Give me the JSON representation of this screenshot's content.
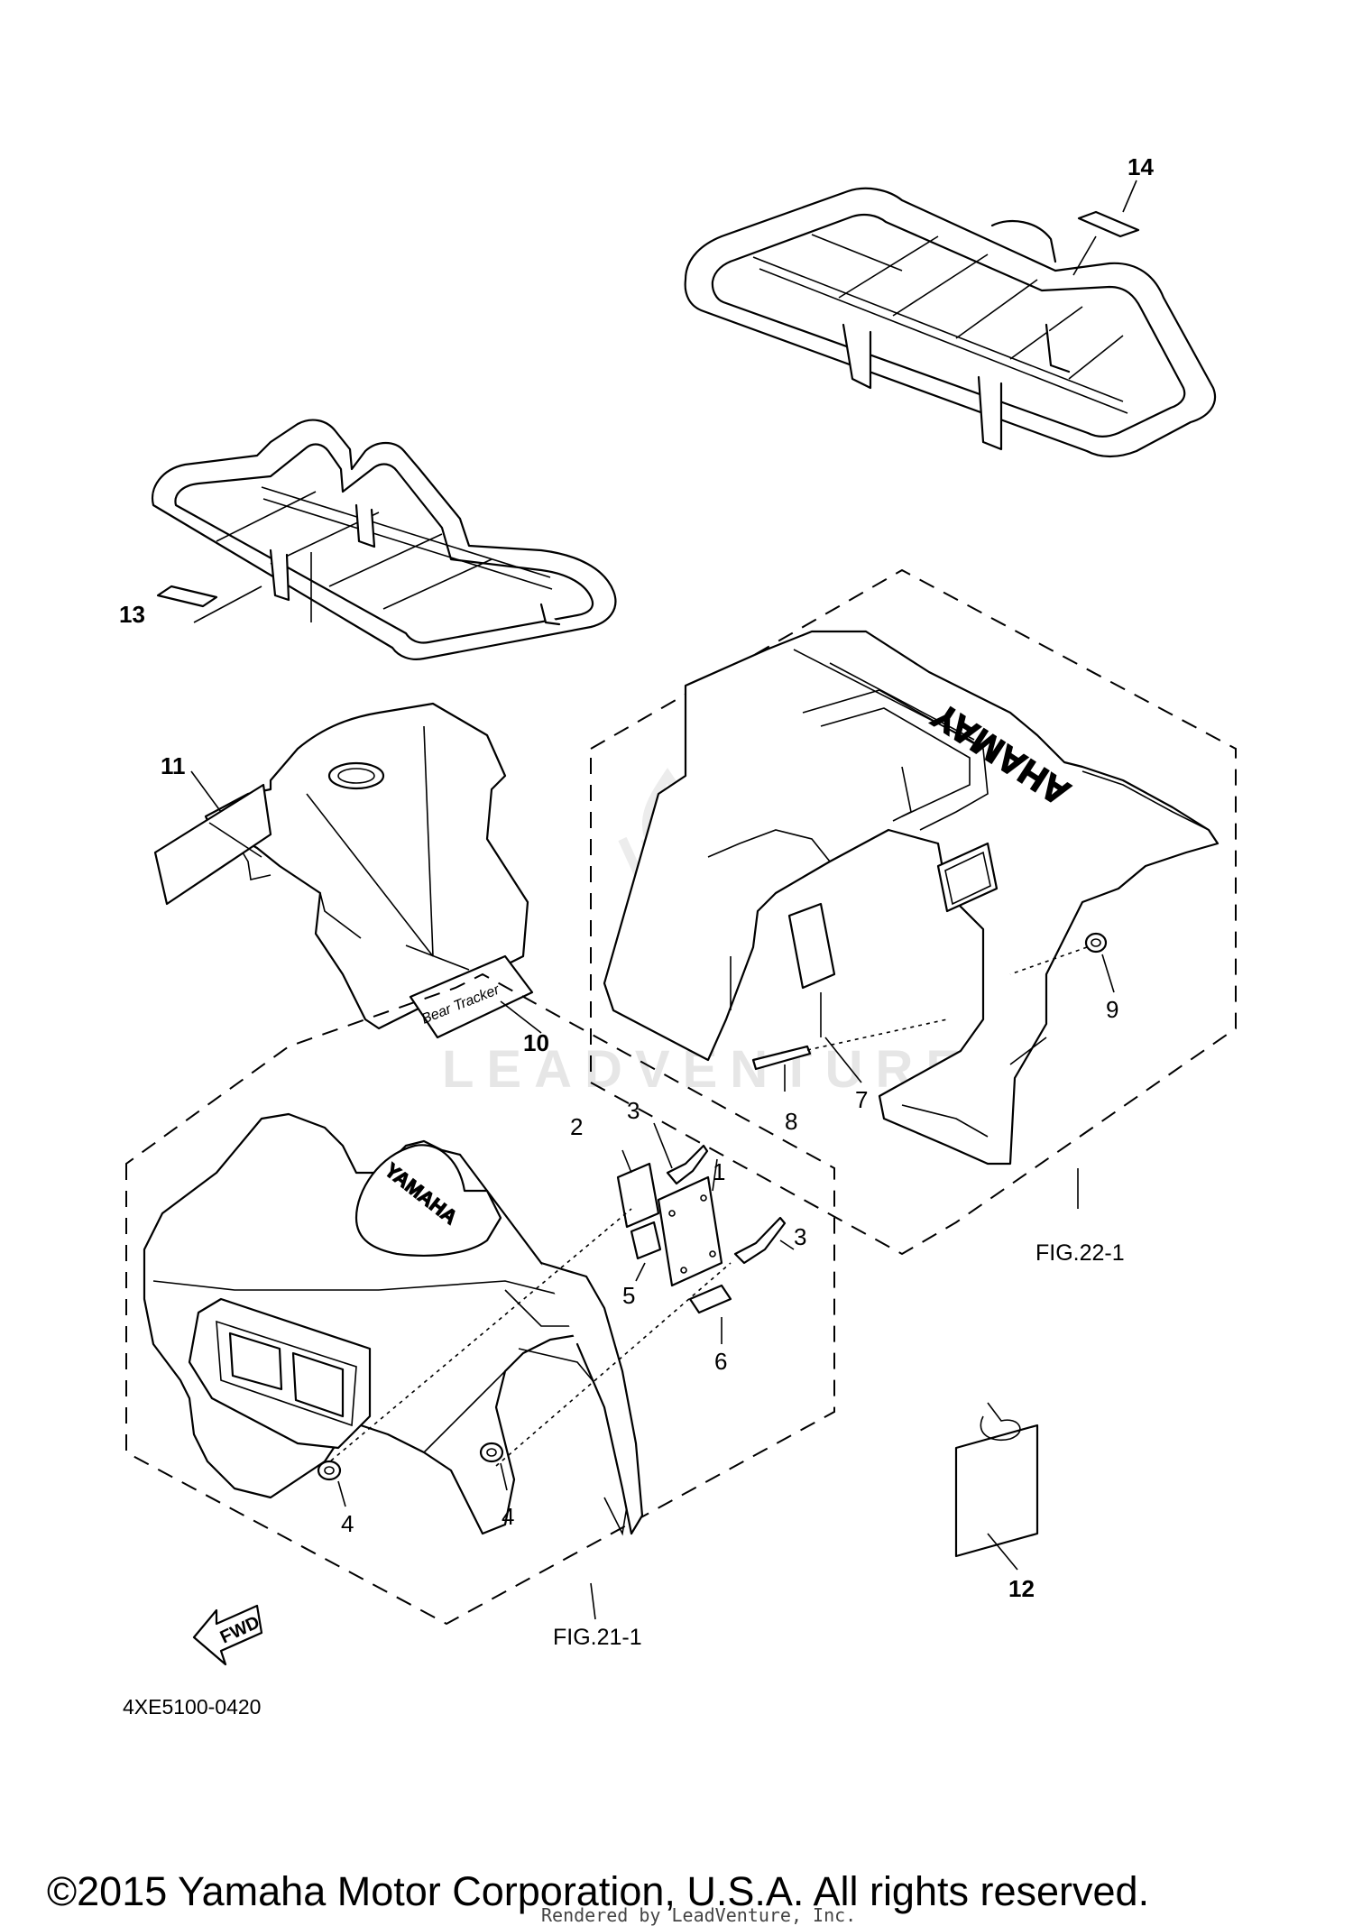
{
  "callouts": {
    "c1": "1",
    "c2": "2",
    "c3a": "3",
    "c3b": "3",
    "c4a": "4",
    "c4b": "4",
    "c5": "5",
    "c6": "6",
    "c7": "7",
    "c8": "8",
    "c9": "9",
    "c10": "10",
    "c11": "11",
    "c12": "12",
    "c13": "13",
    "c14": "14"
  },
  "figure_refs": {
    "front": "FIG.21-1",
    "rear": "FIG.22-1"
  },
  "fwd_label": "FWD",
  "diagram_code": "4XE5100-0420",
  "brand_text_front": "YAMAHA",
  "brand_text_rear": "YAMAHA",
  "decal_text": "Bear Tracker",
  "watermark": "LEADVENTURE",
  "copyright": "©2015 Yamaha Motor Corporation, U.S.A. All rights reserved.",
  "rendered_by": "Rendered by LeadVenture, Inc."
}
